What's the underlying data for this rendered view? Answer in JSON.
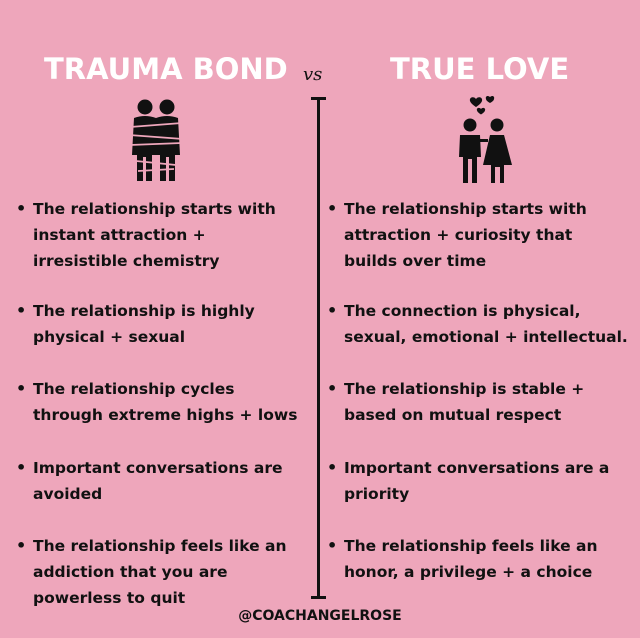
{
  "titles": {
    "left": "TRAUMA BOND",
    "vs": "vs",
    "right": "TRUE LOVE"
  },
  "icons": {
    "left": "chained-couple-icon",
    "right": "couple-with-hearts-icon"
  },
  "left_items": [
    "The relationship starts with instant attraction + irresistible chemistry",
    "The relationship is highly physical + sexual",
    "The relationship cycles through extreme highs + lows",
    "Important conversations are avoided",
    "The relationship feels like an addiction that you are powerless to quit"
  ],
  "right_items": [
    "The relationship starts with attraction + curiosity that builds over time",
    "The connection is physical, sexual, emotional + intellectual.",
    "The relationship is stable + based on mutual respect",
    "Important conversations are a priority",
    "The relationship feels like an honor, a privilege + a choice"
  ],
  "footer": "@COACHANGELROSE",
  "colors": {
    "background": "#eea6bb",
    "title": "#ffffff",
    "text": "#111111"
  }
}
